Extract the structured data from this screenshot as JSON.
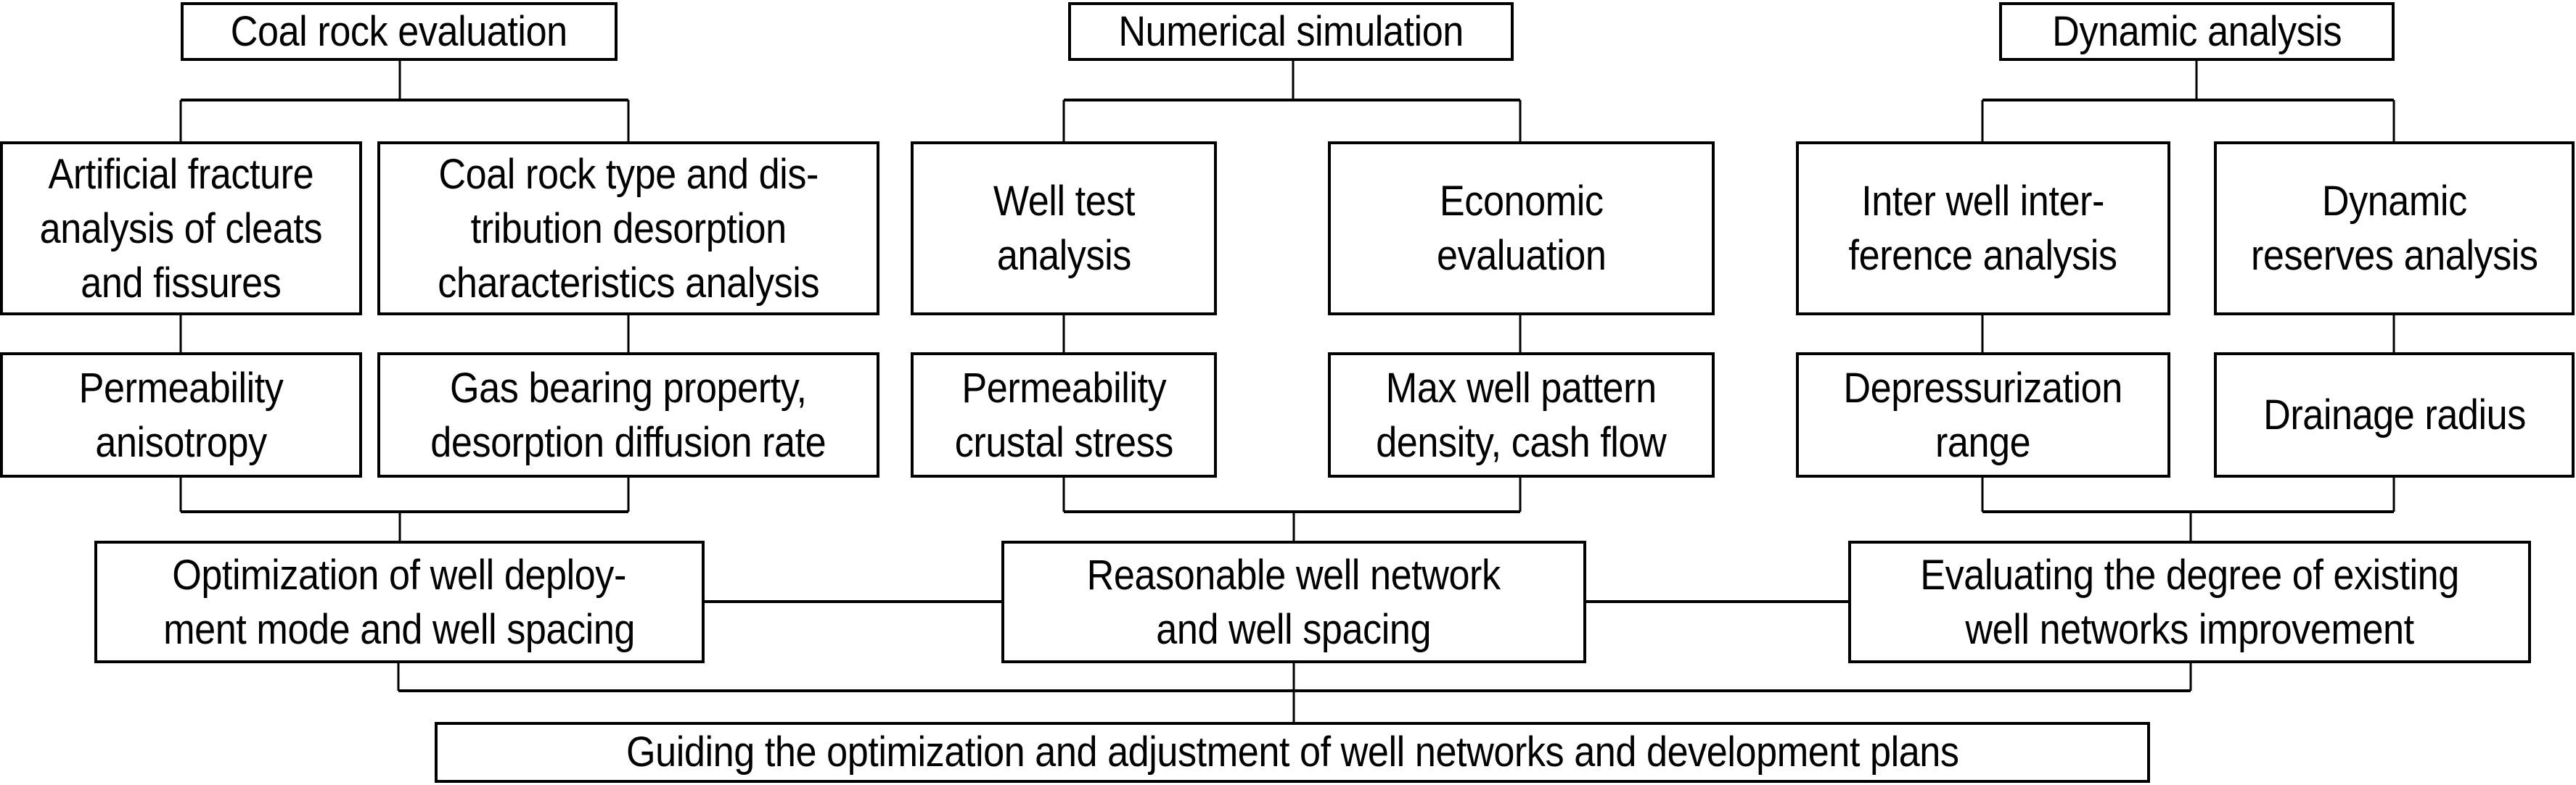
{
  "diagram": {
    "title_columns": [
      {
        "id": "coal",
        "label": "Coal rock evaluation"
      },
      {
        "id": "numeric",
        "label": "Numerical simulation"
      },
      {
        "id": "dynamic",
        "label": "Dynamic analysis"
      }
    ],
    "analyses": [
      {
        "id": "fracture",
        "parent": "coal",
        "label": "Artificial fracture\nanalysis of cleats\nand fissures"
      },
      {
        "id": "coaltype",
        "parent": "coal",
        "label": "Coal rock type and dis-\ntribution desorption\ncharacteristics analysis"
      },
      {
        "id": "welltest",
        "parent": "numeric",
        "label": "Well test\nanalysis"
      },
      {
        "id": "economic",
        "parent": "numeric",
        "label": "Economic\nevaluation"
      },
      {
        "id": "interwell",
        "parent": "dynamic",
        "label": "Inter well inter-\nference analysis"
      },
      {
        "id": "reserves",
        "parent": "dynamic",
        "label": "Dynamic\nreserves analysis"
      }
    ],
    "results": [
      {
        "id": "perm_aniso",
        "parent": "fracture",
        "label": "Permeability\nanisotropy"
      },
      {
        "id": "gas",
        "parent": "coaltype",
        "label": "Gas bearing property,\ndesorption diffusion rate"
      },
      {
        "id": "perm_stress",
        "parent": "welltest",
        "label": "Permeability\ncrustal stress"
      },
      {
        "id": "maxwell",
        "parent": "economic",
        "label": "Max well pattern\ndensity, cash flow"
      },
      {
        "id": "depress",
        "parent": "interwell",
        "label": "Depressurization\nrange"
      },
      {
        "id": "drainage",
        "parent": "reserves",
        "label": "Drainage radius"
      }
    ],
    "outcomes": [
      {
        "id": "optimization",
        "label": "Optimization of well deploy-\nment mode and well spacing"
      },
      {
        "id": "reasonable",
        "label": "Reasonable well network\nand well spacing"
      },
      {
        "id": "evaluating",
        "label": "Evaluating the degree of existing\nwell networks  improvement"
      }
    ],
    "final": {
      "id": "guiding",
      "label": "Guiding the optimization and adjustment of well networks and development plans"
    },
    "colors": {
      "stroke": "#000000",
      "background": "#ffffff",
      "text": "#000000"
    }
  }
}
